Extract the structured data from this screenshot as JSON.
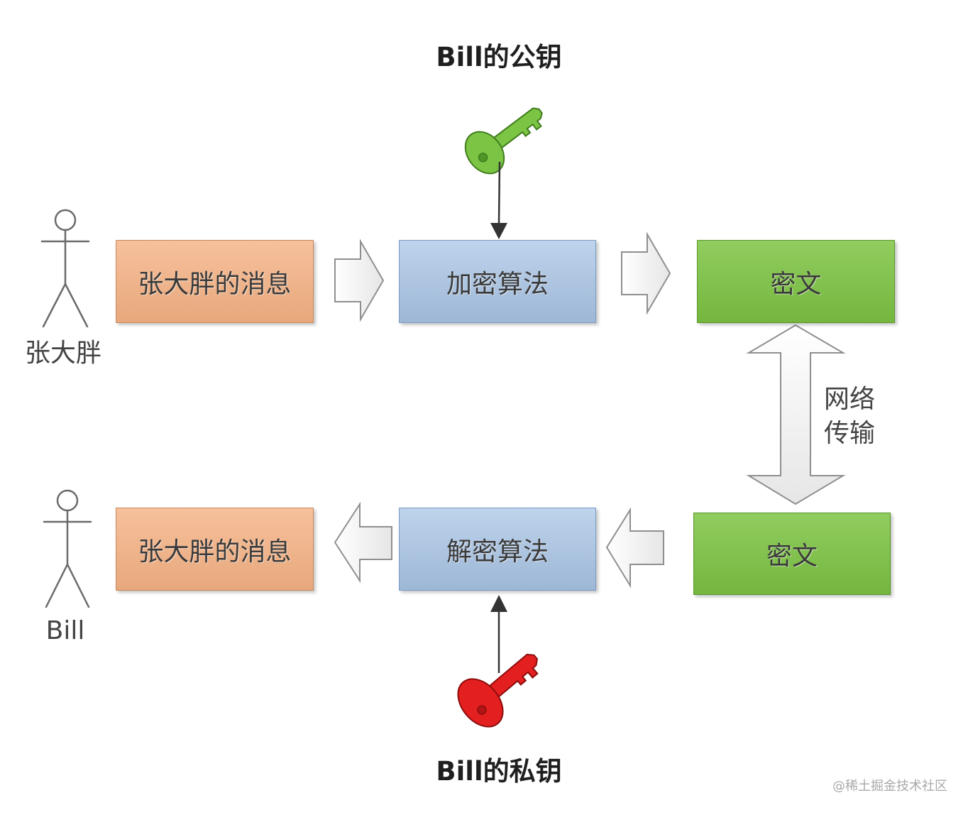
{
  "diagram": {
    "public_key": {
      "label": "Bill的公钥"
    },
    "private_key": {
      "label": "Bill的私钥"
    },
    "sender": {
      "label": "张大胖"
    },
    "receiver": {
      "label": "Bill"
    },
    "encryption_row": {
      "plaintext": "张大胖的消息",
      "algorithm": "加密算法",
      "ciphertext": "密文"
    },
    "decryption_row": {
      "ciphertext": "密文",
      "algorithm": "解密算法",
      "plaintext": "张大胖的消息"
    },
    "network_transfer": {
      "line1": "网络",
      "line2": "传输"
    }
  },
  "watermark": "@稀土掘金技术社区",
  "icons": {
    "public_key": "key-icon",
    "private_key": "key-icon",
    "sender": "person-icon",
    "receiver": "person-icon"
  },
  "colors": {
    "plaintext_box": "#F4B183",
    "algorithm_box": "#A9C5E6",
    "ciphertext_box": "#7DC443",
    "public_key": "#7CC444",
    "private_key": "#E41F1F"
  }
}
